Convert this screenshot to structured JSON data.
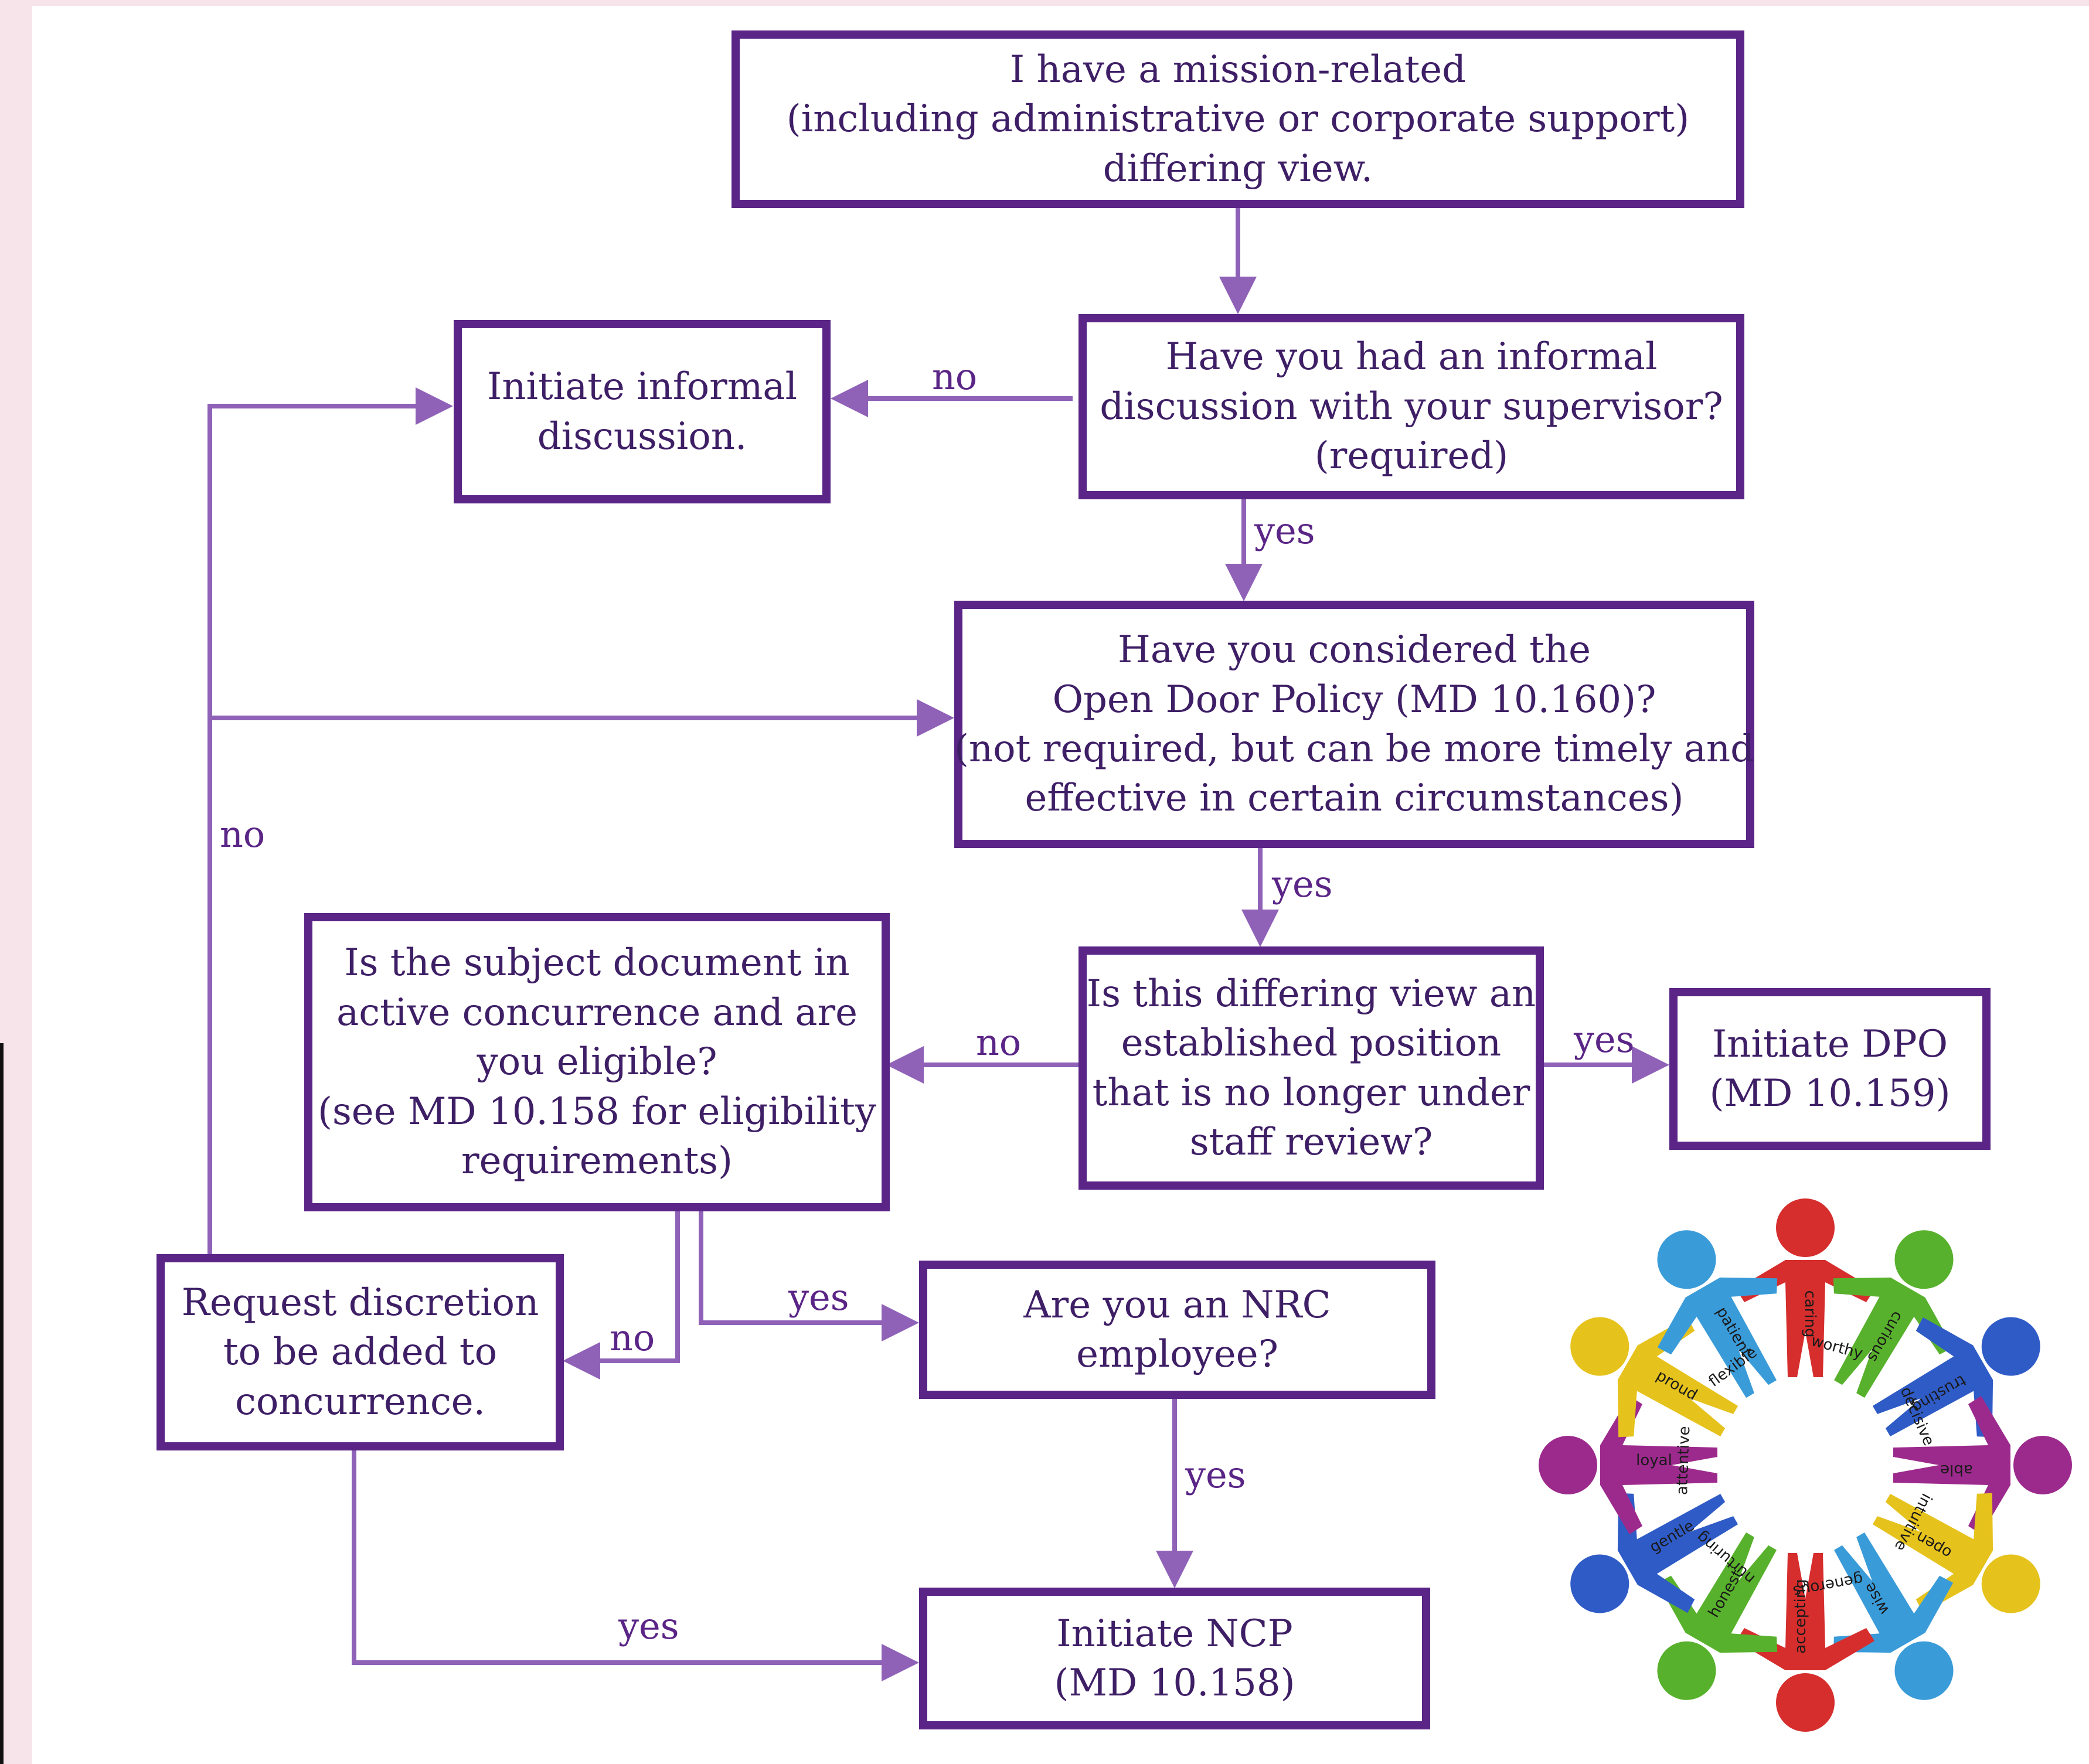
{
  "nodes": {
    "start": [
      "I have a mission-related",
      "(including administrative or corporate support)",
      "differing  view."
    ],
    "q_supervisor": [
      "Have you had an informal",
      "discussion with your supervisor?",
      "(required)"
    ],
    "initiate_informal": [
      "Initiate informal",
      "discussion."
    ],
    "q_open_door": [
      "Have you considered the",
      "Open Door Policy (MD 10.160)?",
      "(not required, but can be more timely and",
      "effective in certain circumstances)"
    ],
    "q_established": [
      "Is this differing view an",
      "established position",
      "that is no longer under",
      "staff review?"
    ],
    "initiate_dpo": [
      "Initiate DPO",
      "(MD 10.159)"
    ],
    "q_concurrence": [
      "Is the subject document in",
      "active concurrence and are",
      "you eligible?",
      "(see MD 10.158 for eligibility",
      "requirements)"
    ],
    "request_discretion": [
      "Request discretion",
      "to be added to",
      "concurrence."
    ],
    "q_nrc_employee": [
      "Are you an NRC",
      "employee?"
    ],
    "initiate_ncp": [
      "Initiate NCP",
      "(MD 10.158)"
    ]
  },
  "edge_labels": {
    "supervisor_no": "no",
    "supervisor_yes": "yes",
    "open_door_yes": "yes",
    "established_yes": "yes",
    "established_no": "no",
    "left_loop_no": "no",
    "concurrence_yes": "yes",
    "concurrence_no": "no",
    "employee_yes": "yes",
    "discretion_yes": "yes"
  },
  "illustration": {
    "icon": "people-circle-word-cloud-icon",
    "words": [
      "caring",
      "curious",
      "trusting",
      "able",
      "open",
      "wise",
      "accepting",
      "honest",
      "gentle",
      "loyal",
      "proud",
      "patient",
      "worthy",
      "decisive",
      "intuitive",
      "generous",
      "nurturing",
      "attentive",
      "flexible"
    ]
  },
  "colors": {
    "box_border": "#5a2586",
    "arrow": "#8f62b8",
    "text": "#3e1f66",
    "background": "#ffffff",
    "figures": [
      "#d62d2d",
      "#58b12c",
      "#2f5bc7",
      "#9c2a8c",
      "#e6c21c",
      "#3a9bd9"
    ]
  }
}
